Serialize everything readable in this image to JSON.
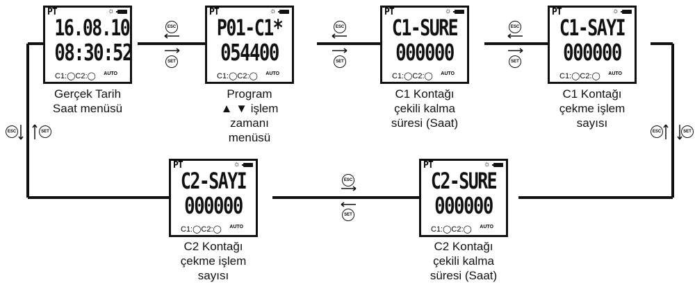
{
  "screens": [
    {
      "pt": "PT",
      "line1": "16.08.10",
      "line2": "08:30:52",
      "footer": "C1:◯C2:◯",
      "auto": "AUTO",
      "caption": [
        "Gerçek Tarih",
        "Saat menüsü"
      ]
    },
    {
      "pt": "PT",
      "line1": "P01-C1*",
      "line2": "054400",
      "footer": "C1:◯C2:◯",
      "auto": "AUTO",
      "caption": [
        "Program",
        "▲ ▼ işlem",
        "zamanı",
        "menüsü"
      ]
    },
    {
      "pt": "PT",
      "line1": "C1-SURE",
      "line2": "000000",
      "footer": "C1:◯C2:◯",
      "auto": "AUTO",
      "caption": [
        "C1 Kontağı",
        "çekili kalma",
        "süresi (Saat)"
      ]
    },
    {
      "pt": "PT",
      "line1": "C1-SAYI",
      "line2": "000000",
      "footer": "C1:◯C2:◯",
      "auto": "AUTO",
      "caption": [
        "C1 Kontağı",
        "çekme işlem",
        "sayısı"
      ]
    },
    {
      "pt": "PT",
      "line1": "C2-SURE",
      "line2": "000000",
      "footer": "C1:◯C2:◯",
      "auto": "AUTO",
      "caption": [
        "C2 Kontağı",
        "çekili kalma",
        "süresi (Saat)"
      ]
    },
    {
      "pt": "PT",
      "line1": "C2-SAYI",
      "line2": "000000",
      "footer": "C1:◯C2:◯",
      "auto": "AUTO",
      "caption": [
        "C2 Kontağı",
        "çekme işlem",
        "sayısı"
      ]
    }
  ],
  "buttons": {
    "esc": "ESC",
    "set": "SET"
  }
}
